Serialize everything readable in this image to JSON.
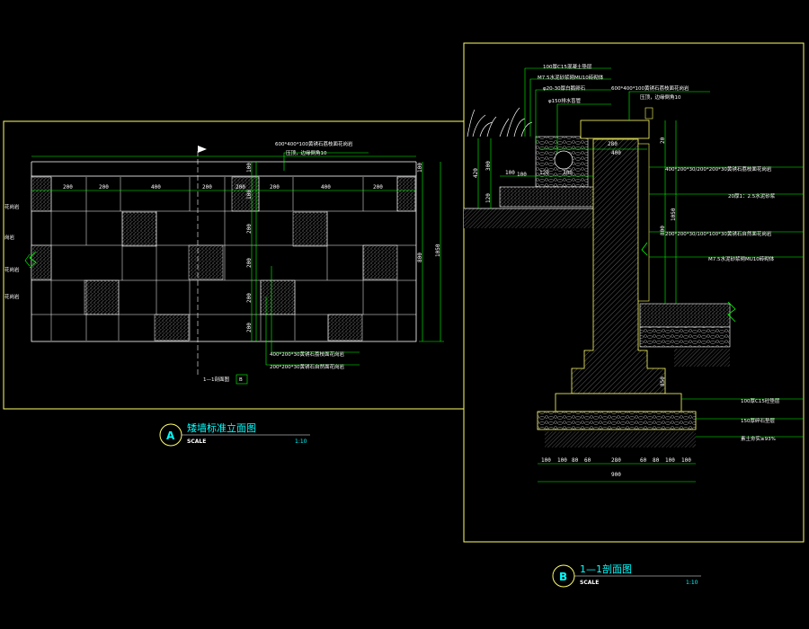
{
  "elevation": {
    "top_note_1": "600*400*100黄锈石荔枝面花岗岩",
    "top_note_2": "压顶，边缘倒角10",
    "top_dims": [
      "200",
      "200",
      "400",
      "200",
      "200",
      "200",
      "400",
      "200"
    ],
    "right_dims": [
      "100",
      "100",
      "200",
      "200",
      "200",
      "200",
      "100"
    ],
    "right_total_1": "800",
    "right_total_2": "1050",
    "side_labels": [
      "花岗岩",
      "岗岩",
      "花岗岩",
      "花岗岩"
    ],
    "bottom_note_1": "400*200*30黄锈石荔枝面花岗岩",
    "bottom_note_2": "200*200*30黄锈石自然面花岗岩",
    "section_mark": "1—1剖面图",
    "section_flag": "B",
    "title_badge": "A",
    "title": "矮墙标准立面图",
    "scale_label": "SCALE",
    "scale_value": "1:10"
  },
  "section": {
    "notes_left": [
      "100厚C15混凝土垫层",
      "M7.5水泥砂浆砌MU10砖砌体",
      "φ20-30厚白鹅卵石",
      "φ150排水盲管"
    ],
    "notes_top": [
      "600*400*100黄锈石荔枝面花岗岩",
      "压顶，边缘倒角10"
    ],
    "notes_right": [
      "400*200*30/200*200*30黄锈石荔枝面花岗岩",
      "20厚1：2.5水泥砂浆",
      "200*200*30/100*100*30黄锈石自然面花岗岩",
      "M7.5水泥砂浆砌MU10砖砌体",
      "100厚C15砼垫层",
      "150厚碎石垫层",
      "素土夯实≥93%"
    ],
    "left_dims": [
      "300",
      "100",
      "120",
      "420"
    ],
    "top_dims": [
      "100",
      "120",
      "300",
      "280",
      "400",
      "20"
    ],
    "mid_dims": [
      "1050",
      "800",
      "850"
    ],
    "bottom_dims": [
      "100",
      "100",
      "80",
      "60",
      "280",
      "60",
      "80",
      "100",
      "100"
    ],
    "bottom_total": "900",
    "title_badge": "B",
    "title": "1—1剖面图",
    "scale_label": "SCALE",
    "scale_value": "1:10"
  },
  "colors": {
    "line": "#ffff66",
    "dim": "#00ff00",
    "text": "#ffffff",
    "accent": "#00ffff",
    "hatch": "#b0b0b0"
  }
}
